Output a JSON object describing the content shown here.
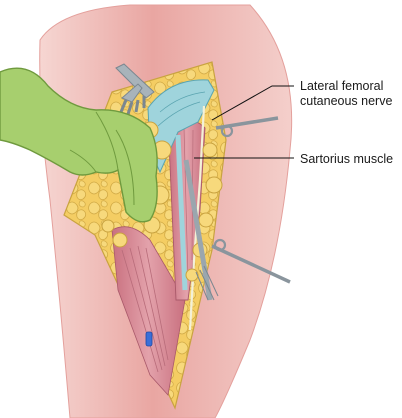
{
  "labels": {
    "nerve": {
      "line1": "Lateral femoral",
      "line2": "cutaneous nerve"
    },
    "sartorius": "Sartorius muscle"
  },
  "colors": {
    "skin": "#f2c3bf",
    "skin_edge": "#e4a09c",
    "fat": "#f4cd63",
    "fat_lobule": "#f7d97c",
    "fat_outline": "#c9a340",
    "muscle": "#d98f9a",
    "muscle_fiber": "#b86c7a",
    "fascia": "#9fd4dc",
    "glove": "#a7cf6e",
    "glove_outline": "#6f9a3e",
    "retractor": "#9aa6ae",
    "clip": "#3a6fd8",
    "leader": "#111111"
  }
}
